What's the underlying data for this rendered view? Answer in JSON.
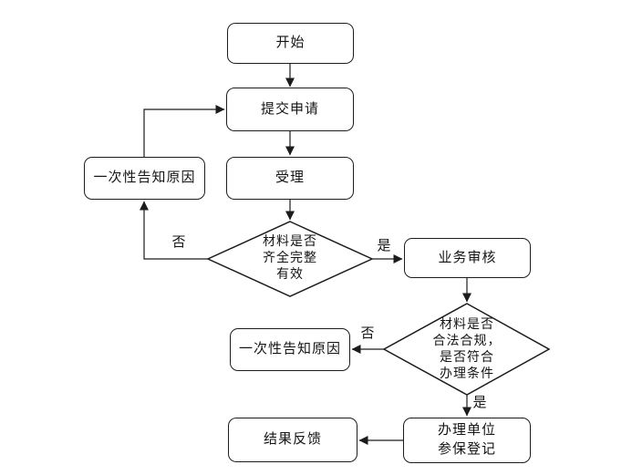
{
  "diagram": {
    "type": "flowchart",
    "colors": {
      "background": "#ffffff",
      "line": "#1c1c1c",
      "node_fill": "#ffffff",
      "text": "#151515"
    },
    "nodes": {
      "start": {
        "shape": "rounded-rect",
        "label": "开始"
      },
      "submit": {
        "shape": "rounded-rect",
        "label": "提交申请"
      },
      "accept": {
        "shape": "rounded-rect",
        "label": "受理"
      },
      "notify1": {
        "shape": "rounded-rect",
        "label": "一次性告知原因"
      },
      "decision1": {
        "shape": "diamond",
        "label": "材料是否\n齐全完整\n有效"
      },
      "review": {
        "shape": "rounded-rect",
        "label": "业务审核"
      },
      "decision2": {
        "shape": "diamond",
        "label": "材料是否\n合法合规，\n是否符合\n办理条件"
      },
      "notify2": {
        "shape": "rounded-rect",
        "label": "一次性告知原因"
      },
      "register": {
        "shape": "rounded-rect",
        "label": "办理单位\n参保登记"
      },
      "feedback": {
        "shape": "rounded-rect",
        "label": "结果反馈"
      }
    },
    "edge_labels": {
      "d1_no": "否",
      "d1_yes": "是",
      "d2_no": "否",
      "d2_yes": "是"
    },
    "edges": [
      {
        "from": "start",
        "to": "submit",
        "label": ""
      },
      {
        "from": "submit",
        "to": "accept",
        "label": ""
      },
      {
        "from": "accept",
        "to": "decision1",
        "label": ""
      },
      {
        "from": "decision1",
        "to": "notify1",
        "label": "否"
      },
      {
        "from": "notify1",
        "to": "submit",
        "label": ""
      },
      {
        "from": "decision1",
        "to": "review",
        "label": "是"
      },
      {
        "from": "review",
        "to": "decision2",
        "label": ""
      },
      {
        "from": "decision2",
        "to": "notify2",
        "label": "否"
      },
      {
        "from": "decision2",
        "to": "register",
        "label": "是"
      },
      {
        "from": "register",
        "to": "feedback",
        "label": ""
      }
    ]
  }
}
